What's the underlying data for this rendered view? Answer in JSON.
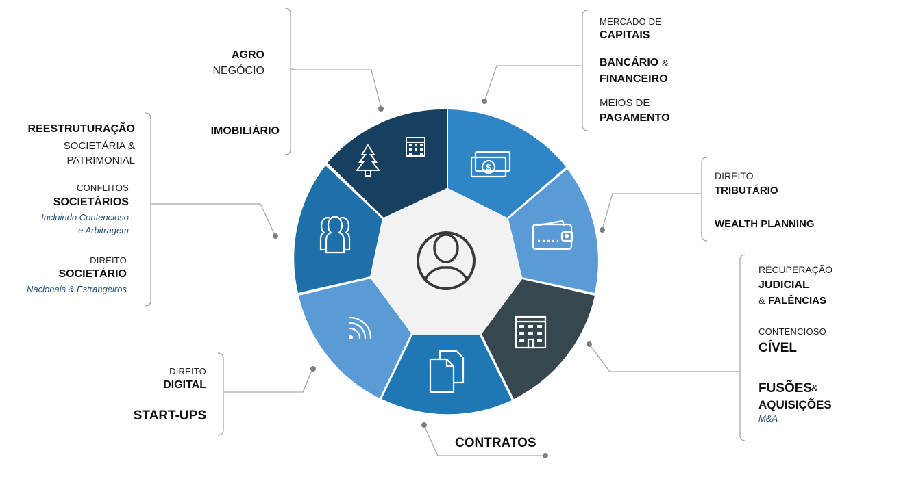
{
  "center": {
    "icon": "person-icon"
  },
  "segments": [
    {
      "id": "agro-imobiliario",
      "colors": "#173f5f",
      "icons": [
        "tree-icon",
        "building-icon"
      ]
    },
    {
      "id": "mercado",
      "colors": "#2f86c6",
      "icons": [
        "money-icon"
      ]
    },
    {
      "id": "tributario",
      "colors": "#5b9bd5",
      "icons": [
        "wallet-icon"
      ]
    },
    {
      "id": "contencioso",
      "colors": "#37474f",
      "icons": [
        "office-building-icon"
      ]
    },
    {
      "id": "contratos",
      "colors": "#1f77b4",
      "icons": [
        "documents-icon"
      ]
    },
    {
      "id": "digital",
      "colors": "#5b9bd5",
      "icons": [
        "wifi-icon"
      ]
    },
    {
      "id": "societario",
      "colors": "#1f6fa8",
      "icons": [
        "people-group-icon"
      ]
    }
  ],
  "groups": {
    "agro": {
      "line1": "AGRO",
      "line2": "NEGÓCIO",
      "line3": "IMOBILIÁRIO"
    },
    "mercado": {
      "a_small": "MERCADO DE",
      "a_bold": "CAPITAIS",
      "b_bold": "BANCÁRIO",
      "b_amp": "&",
      "b_bold2": "FINANCEIRO",
      "c_small": "MEIOS DE",
      "c_bold": "PAGAMENTO"
    },
    "tributario": {
      "a_small": "DIREITO",
      "a_bold": "TRIBUTÁRIO",
      "b_bold": "WEALTH PLANNING"
    },
    "contencioso": {
      "a_small": "RECUPERAÇÃO",
      "a_bold": "JUDICIAL",
      "a_amp": "&",
      "a_bold2": "FALÊNCIAS",
      "b_small": "CONTENCIOSO",
      "b_bold": "CÍVEL",
      "c_bold": "FUSÕES",
      "c_amp": "&",
      "c_bold2": "AQUISIÇÕES",
      "c_italic": "M&A"
    },
    "contratos": {
      "label": "CONTRATOS"
    },
    "digital": {
      "a_small": "DIREITO",
      "a_bold": "DIGITAL",
      "b_bold": "START-UPS"
    },
    "societario": {
      "a_bold": "REESTRUTURAÇÃO",
      "a_line2": "SOCIETÁRIA &",
      "a_line3": "PATRIMONIAL",
      "b_small": "CONFLITOS",
      "b_bold": "SOCIETÁRIOS",
      "b_it1": "Incluindo Contencioso",
      "b_it2": "e Arbitragem",
      "c_small": "DIREITO",
      "c_bold": "SOCIETÁRIO",
      "c_it": "Nacionais & Estrangeiros"
    }
  }
}
